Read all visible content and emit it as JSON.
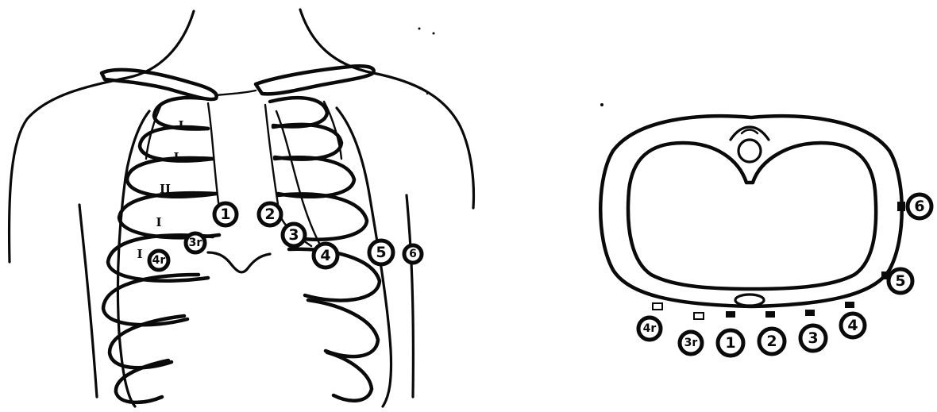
{
  "front_view": {
    "leads": [
      {
        "label": "1"
      },
      {
        "label": "2"
      },
      {
        "label": "3"
      },
      {
        "label": "4"
      },
      {
        "label": "5"
      },
      {
        "label": "6"
      },
      {
        "label": "3r"
      },
      {
        "label": "4r"
      }
    ],
    "intercostal_marks": [
      "I",
      "I",
      "II",
      "I",
      "I"
    ]
  },
  "cross_section": {
    "leads": [
      {
        "label": "4r"
      },
      {
        "label": "3r"
      },
      {
        "label": "1"
      },
      {
        "label": "2"
      },
      {
        "label": "3"
      },
      {
        "label": "4"
      },
      {
        "label": "5"
      },
      {
        "label": "6"
      }
    ]
  },
  "colors": {
    "ink": "#0a0a0a",
    "paper": "#ffffff"
  }
}
